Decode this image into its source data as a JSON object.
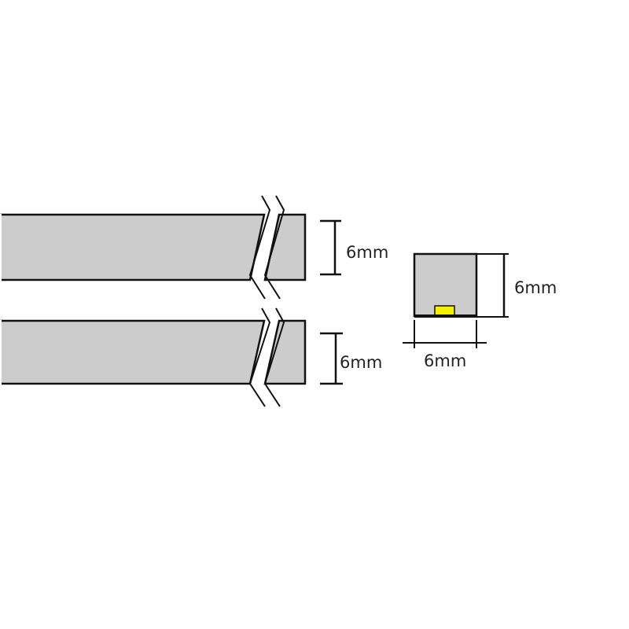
{
  "labels": {
    "top_strip_height": "6mm",
    "bottom_strip_height": "6mm",
    "section_height": "6mm",
    "section_width": "6mm"
  },
  "colors": {
    "profile": "#cccccc",
    "led": "#f5ef00",
    "line": "#111111"
  }
}
